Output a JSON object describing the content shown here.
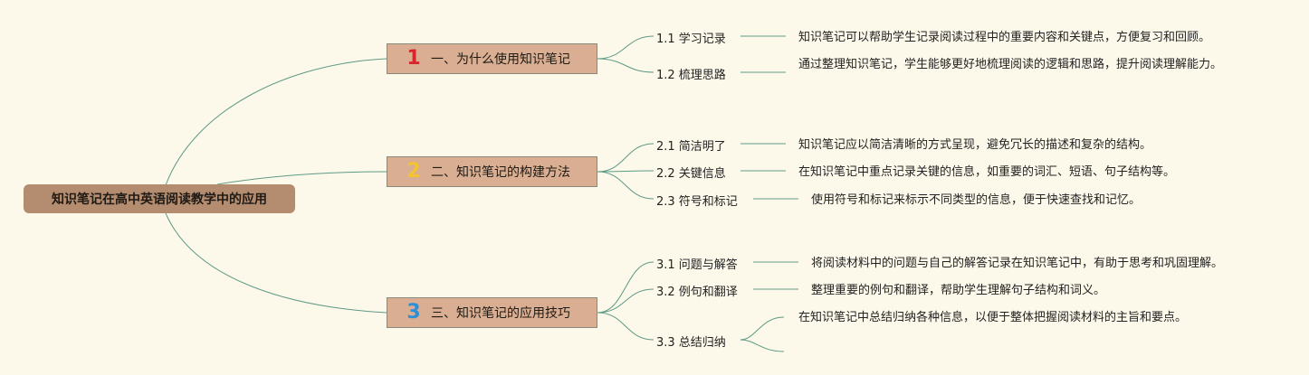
{
  "root": {
    "label": "知识笔记在高中英语阅读教学中的应用"
  },
  "colors": {
    "line": "#5e9a86",
    "root_fill": "#b48c70",
    "branch_fill": "#d9ae92",
    "num_1": "#d8262e",
    "num_2": "#f4c430",
    "num_3": "#2f8fd6"
  },
  "branches": [
    {
      "number": "1",
      "label": "一、为什么使用知识笔记",
      "children": [
        {
          "label": "1.1 学习记录",
          "desc": "知识笔记可以帮助学生记录阅读过程中的重要内容和关键点，方便复习和回顾。"
        },
        {
          "label": "1.2 梳理思路",
          "desc": "通过整理知识笔记，学生能够更好地梳理阅读的逻辑和思路，提升阅读理解能力。"
        }
      ]
    },
    {
      "number": "2",
      "label": "二、知识笔记的构建方法",
      "children": [
        {
          "label": "2.1 简洁明了",
          "desc": "知识笔记应以简洁清晰的方式呈现，避免冗长的描述和复杂的结构。"
        },
        {
          "label": "2.2 关键信息",
          "desc": "在知识笔记中重点记录关键的信息，如重要的词汇、短语、句子结构等。"
        },
        {
          "label": "2.3 符号和标记",
          "desc": "使用符号和标记来标示不同类型的信息，便于快速查找和记忆。"
        }
      ]
    },
    {
      "number": "3",
      "label": "三、知识笔记的应用技巧",
      "children": [
        {
          "label": "3.1 问题与解答",
          "desc": "将阅读材料中的问题与自己的解答记录在知识笔记中，有助于思考和巩固理解。"
        },
        {
          "label": "3.2 例句和翻译",
          "desc": "整理重要的例句和翻译，帮助学生理解句子结构和词义。"
        },
        {
          "label": "3.3 总结归纳",
          "desc": "在知识笔记中总结归纳各种信息，以便于整体把握阅读材料的主旨和要点。"
        }
      ]
    }
  ]
}
